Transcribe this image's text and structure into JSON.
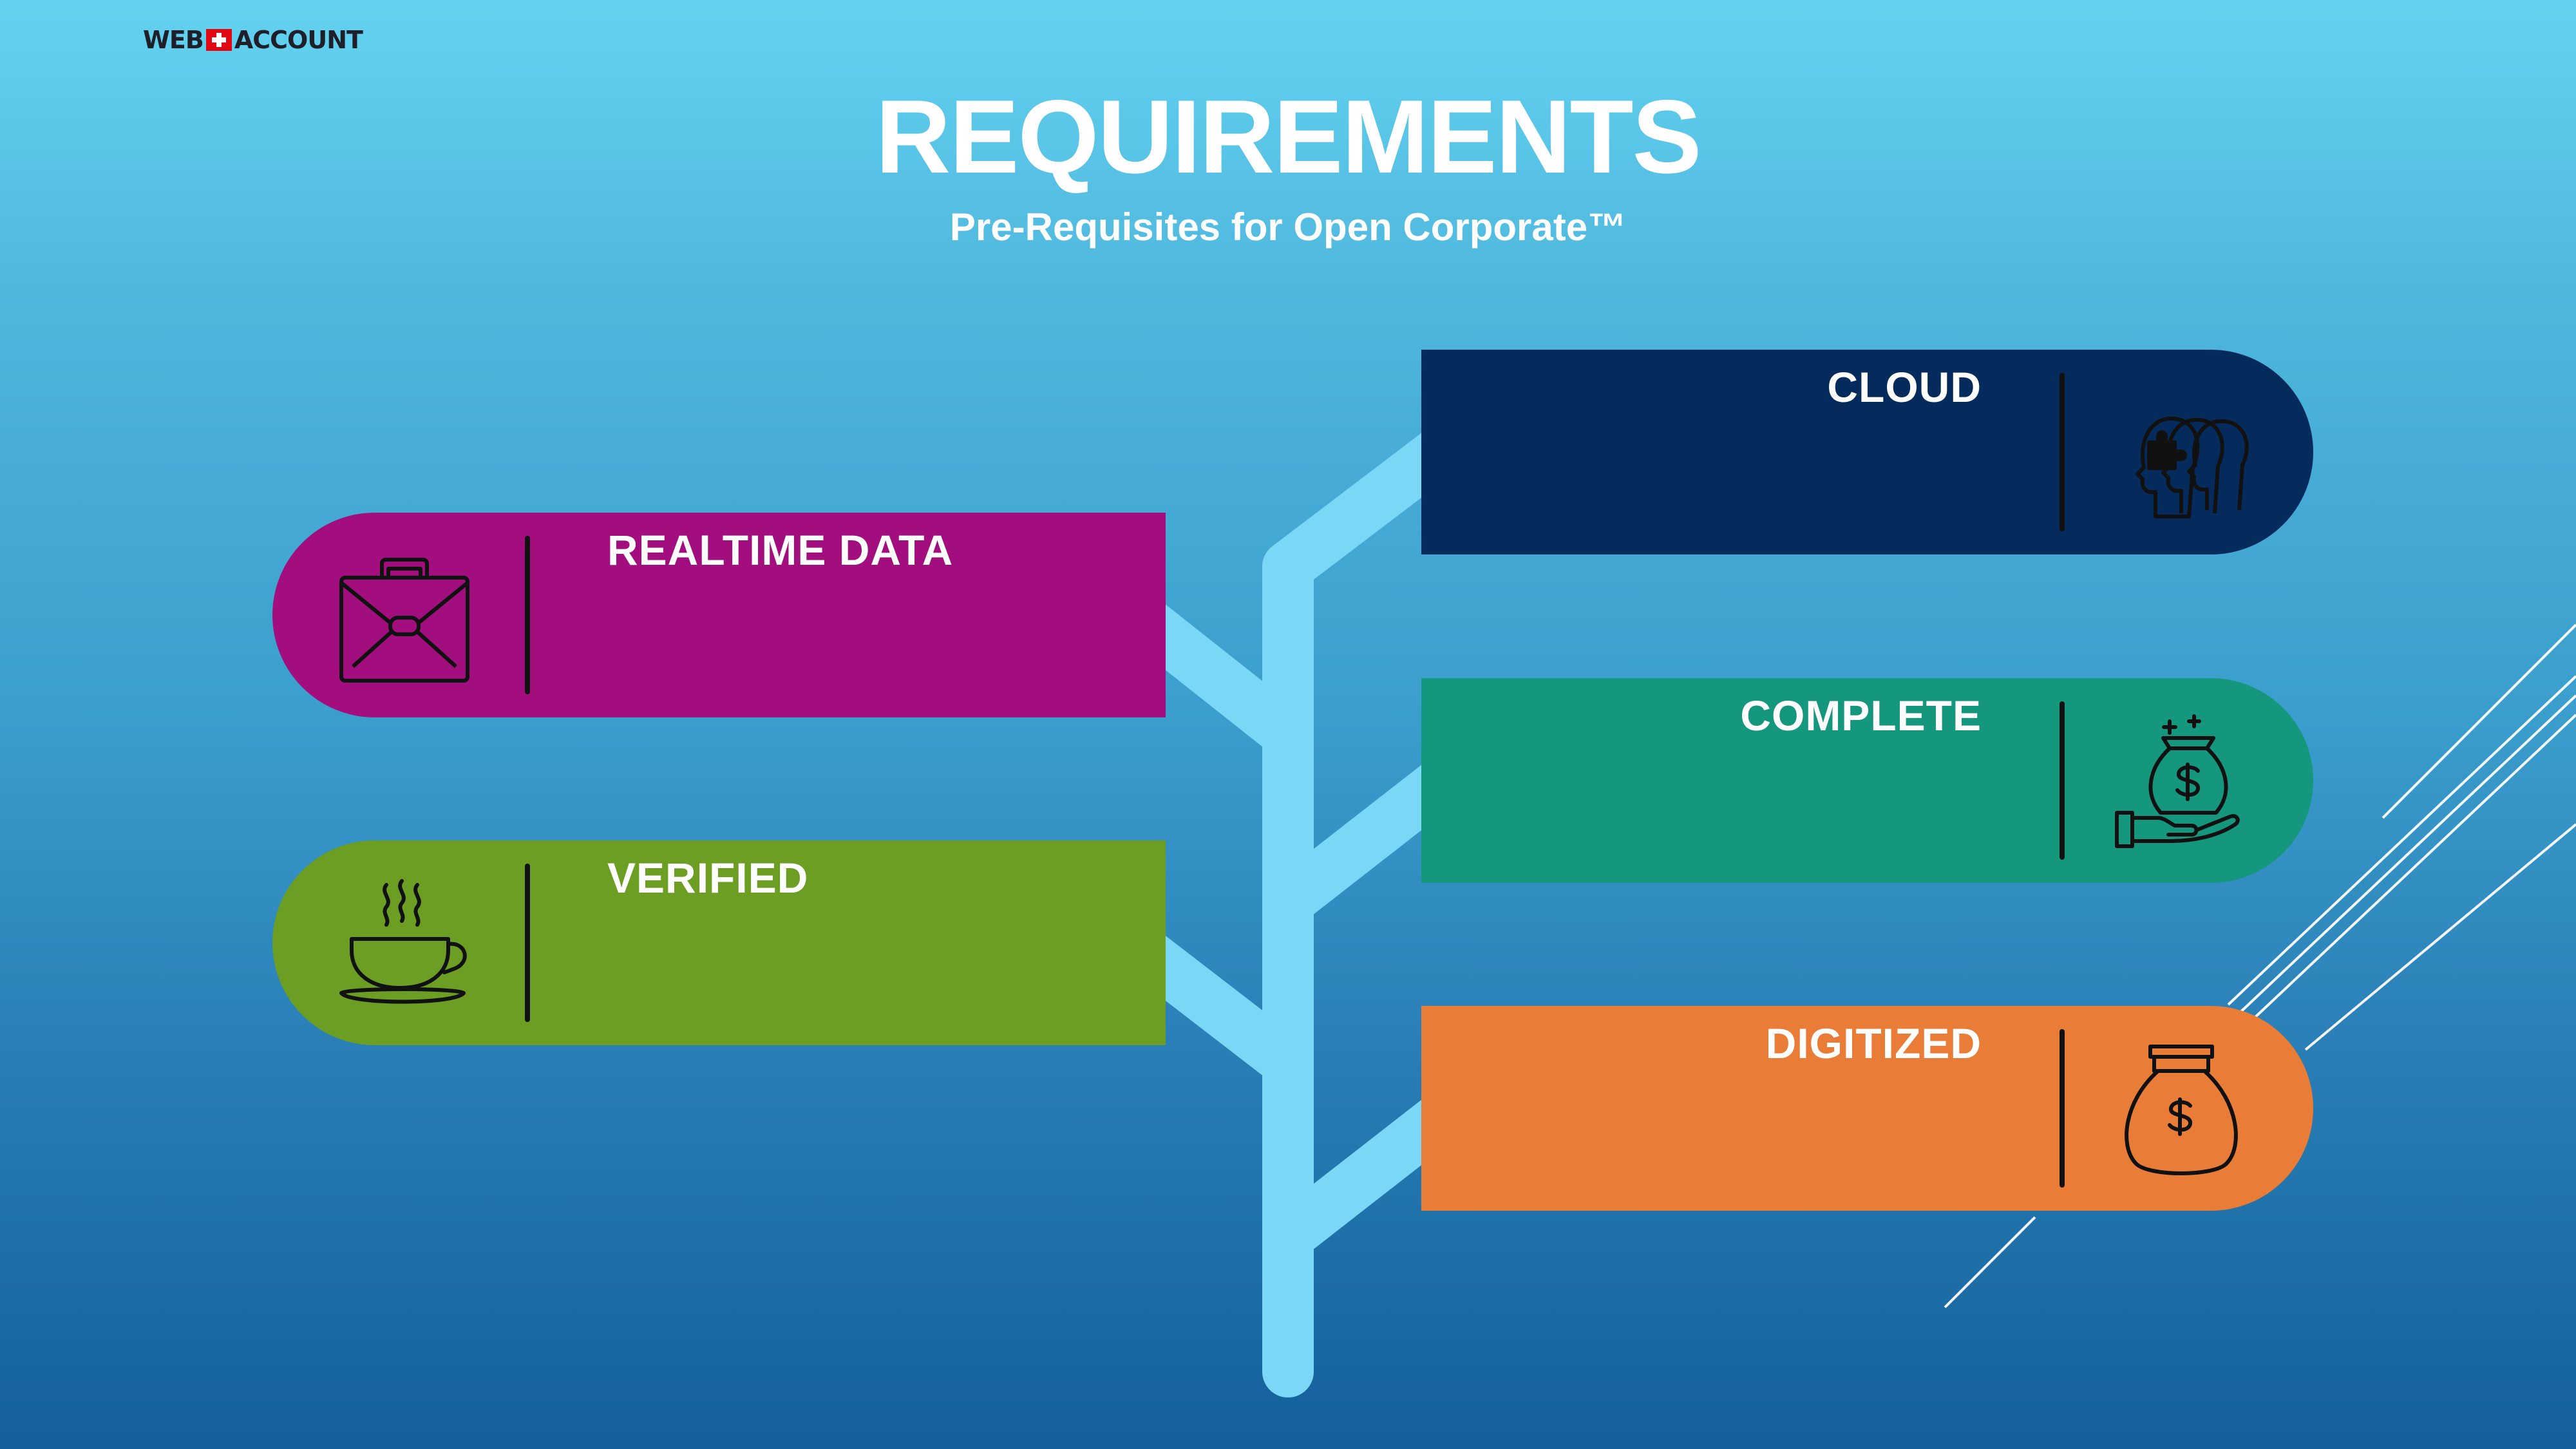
{
  "brand": {
    "left": "WEB",
    "right": "ACCOUNT"
  },
  "title": "REQUIREMENTS",
  "subtitle": "Pre-Requisites for Open Corporate™",
  "cards": {
    "cloud": {
      "label": "CLOUD",
      "color": "#052b5c",
      "icon": "heads-puzzle-icon"
    },
    "realtime": {
      "label": "REALTIME DATA",
      "color": "#a20e7e",
      "icon": "briefcase-icon"
    },
    "complete": {
      "label": "COMPLETE",
      "color": "#14977d",
      "icon": "money-bag-hand-icon"
    },
    "verified": {
      "label": "VERIFIED",
      "color": "#6b9e22",
      "icon": "coffee-cup-icon"
    },
    "digitized": {
      "label": "DIGITIZED",
      "color": "#e97d37",
      "icon": "money-bag-icon"
    }
  },
  "colors": {
    "tree": "#7ad7f5",
    "line_art": "#ffffff"
  }
}
